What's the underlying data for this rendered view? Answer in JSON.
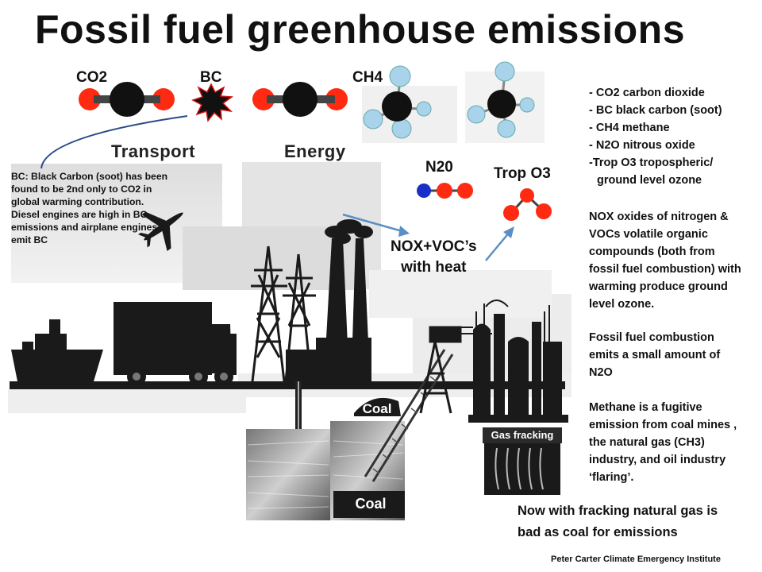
{
  "title": "Fossil fuel greenhouse emissions",
  "molecules": {
    "co2": "CO2",
    "bc": "BC",
    "ch4": "CH4",
    "n2o": "N20",
    "trop_o3": "Trop O3"
  },
  "sectors": {
    "transport": "Transport",
    "energy": "Energy"
  },
  "bc_note": "BC: Black Carbon (soot) has been found to be 2nd only to CO2 in global warming contribution. Diesel engines are high in BC emissions and airplane engines emit BC",
  "nox_label_line1": "NOX+VOC’s",
  "nox_label_line2": "with heat",
  "coal_labels": [
    "Coal",
    "Coal"
  ],
  "gas_fracking_label": "Gas fracking",
  "legend": [
    "- CO2 carbon dioxide",
    "- BC black carbon (soot)",
    "- CH4  methane",
    "- N2O nitrous oxide",
    "-Trop O3  tropospheric/",
    "  ground level ozone"
  ],
  "paragraphs": [
    "NOX oxides of nitrogen & VOCs volatile organic compounds (both from fossil fuel combustion) with warming produce ground level ozone.",
    "Fossil fuel combustion emits a small amount of N2O",
    "Methane is a fugitive emission from coal mines ,  the natural gas (CH3) industry, and oil industry ‘flaring’."
  ],
  "footer_line1": "Now with fracking  natural gas is",
  "footer_line2": "bad as coal for emissions",
  "credit": "Peter Carter Climate Emergency Institute",
  "colors": {
    "oxygen_red": "#ff2a12",
    "carbon_black": "#111111",
    "hydrogen_blue": "#a9d3ea",
    "nitrogen_blue": "#1a2fc8",
    "arrow_blue": "#5b8fc4",
    "silhouette": "#1a1a1a"
  }
}
